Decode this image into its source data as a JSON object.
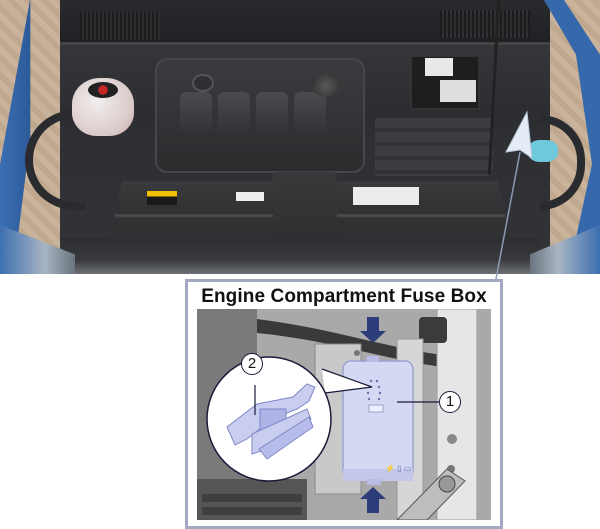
{
  "photo": {
    "subject": "engine-bay-open-hood",
    "labels_visible": [
      "yellow-warning-sticker",
      "white-info-sticker",
      "battery-label"
    ]
  },
  "inset": {
    "title": "Engine Compartment Fuse Box",
    "callouts": [
      {
        "number": "1",
        "target": "fuse-box-cover"
      },
      {
        "number": "2",
        "target": "fuse-puller-clip"
      }
    ],
    "arrows": [
      "press-down-top",
      "press-up-bottom"
    ],
    "colors": {
      "border": "#a2a9bf",
      "fuse_box": "#d7d9f2",
      "arrow": "#2d3d7a",
      "pointer": "#d8e2f0"
    }
  }
}
